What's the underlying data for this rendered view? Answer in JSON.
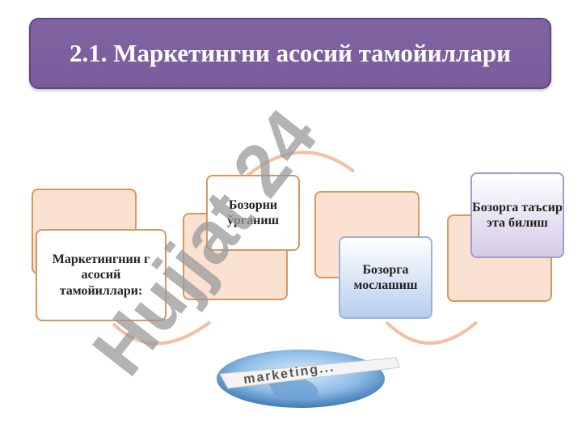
{
  "slide": {
    "title": "2.1. Маркетингни асосий тамойиллари"
  },
  "steps": [
    {
      "label": "Маркетингнин г асосий тамойиллари:"
    },
    {
      "label": "Бозорни ўрганиш"
    },
    {
      "label": "Бозорга мослашиш"
    },
    {
      "label": "Бозорга таъсир эта билиш"
    }
  ],
  "watermark": {
    "text": "Hujjat 24"
  },
  "globe_banner": {
    "text": "marketing..."
  },
  "colors": {
    "title_fill": "#8064a2",
    "box_fill": "#fbe1d2",
    "box_border": "#d9975e",
    "arrow": "#f3bfa3",
    "watermark": "#9a9a9a",
    "watermark_purple": "#b39ddb"
  }
}
